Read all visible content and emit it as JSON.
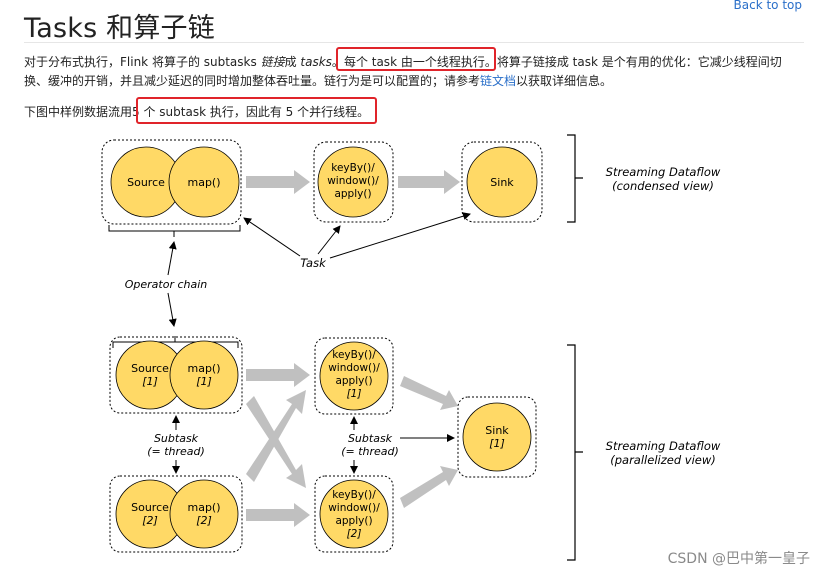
{
  "page": {
    "back_to_top": "Back to top",
    "title": "Tasks 和算子链",
    "para1": {
      "s1": "对于分布式执行，Flink 将算子的 subtasks ",
      "s2": "链接",
      "s3": "成 ",
      "s4": "tasks",
      "s5": "。",
      "s6": "每个 task 由一个线程执行。",
      "s7": "将算子链接成 task 是个有用的优化：它减少线程间切换、缓冲的开销，并且减少延迟的同时增加整体吞吐量。链行为是可以配置的；请参考",
      "link": "链文档",
      "s8": "以获取详细信息。"
    },
    "para2": {
      "s1": "下图中样例数据流用",
      "s2": "5 个 subtask 执行，因此有 5 个并行线程。"
    },
    "watermark": "CSDN @巴中第一皇子"
  },
  "diagram": {
    "source": "Source",
    "map": "map()",
    "keyby_l1": "keyBy()/",
    "keyby_l2": "window()/",
    "keyby_l3": "apply()",
    "sink": "Sink",
    "idx1": "[1]",
    "idx2": "[2]",
    "task": "Task",
    "operator_chain": "Operator chain",
    "subtask": "Subtask",
    "thread": "(= thread)",
    "condensed_l1": "Streaming Dataflow",
    "condensed_l2": "(condensed view)",
    "parallel_l1": "Streaming Dataflow",
    "parallel_l2": "(parallelized view)",
    "colors": {
      "node_fill": "#ffd966",
      "arrow_gray": "#c0c0c0",
      "highlight": "#e0242a"
    }
  }
}
